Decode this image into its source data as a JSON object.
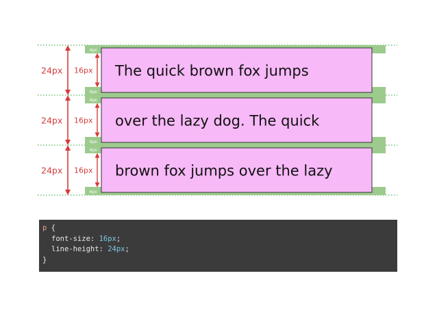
{
  "diagram": {
    "colors": {
      "text_band": "#f7b9f7",
      "leading": "#9dcb8e",
      "dimension": "#d63a3a",
      "guide": "#4caf50"
    },
    "labels": {
      "line_height": "24px",
      "font_size": "16px",
      "half_leading": "4px"
    },
    "lines": [
      "The quick brown fox jumps",
      "over the lazy dog. The quick",
      "brown fox jumps over the lazy"
    ]
  },
  "code": {
    "selector": "p",
    "open_brace": "{",
    "close_brace": "}",
    "rules": [
      {
        "property": "font-size",
        "value": "16px"
      },
      {
        "property": "line-height",
        "value": "24px"
      }
    ]
  }
}
